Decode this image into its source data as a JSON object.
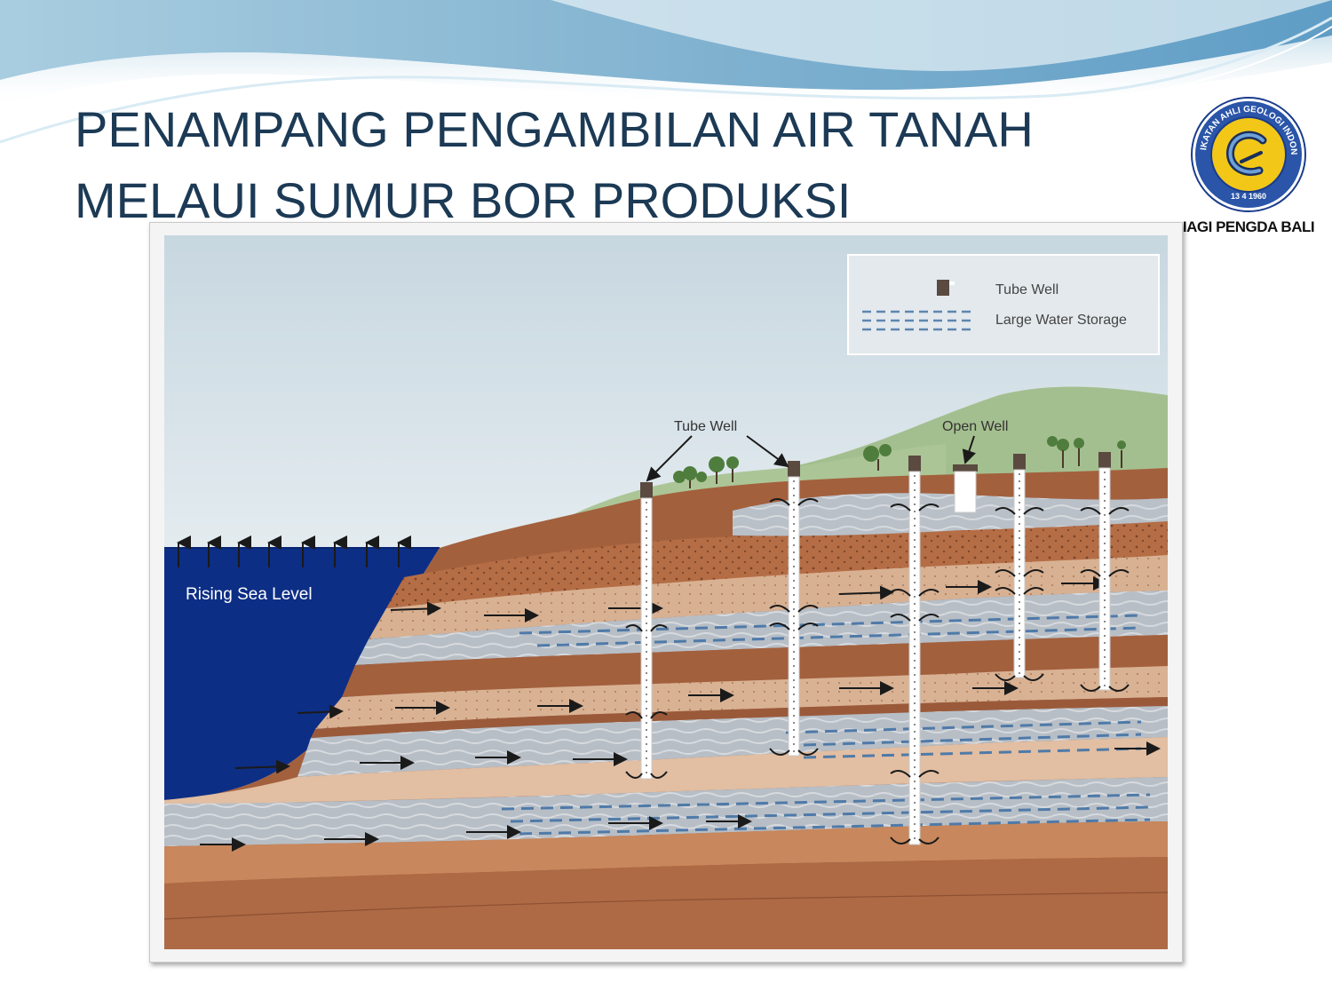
{
  "slide": {
    "title_lines": [
      "PENAMPANG PENGAMBILAN AIR TANAH",
      "MELAUI SUMUR BOR PRODUKSI"
    ]
  },
  "logo": {
    "ring_text": "IKATAN AHLI GEOLOGI INDONESIA",
    "date_text": "13 4 1960",
    "caption": "IAGI PENGDA BALI"
  },
  "diagram": {
    "legend": {
      "tube_well": "Tube Well",
      "large_water_storage": "Large Water Storage"
    },
    "labels": {
      "tube_well": "Tube Well",
      "open_well": "Open Well",
      "rising_sea_level": "Rising Sea Level"
    }
  },
  "colors": {
    "title": "#1c3a55",
    "sea": "#0c2f86",
    "sky": "#dde8ee",
    "hill": "#9fba8a",
    "soil_dark": "#9a5a3a",
    "soil_light": "#d9b294",
    "aquifer": "#b7bec6",
    "water_dash": "#4f7aa8"
  }
}
